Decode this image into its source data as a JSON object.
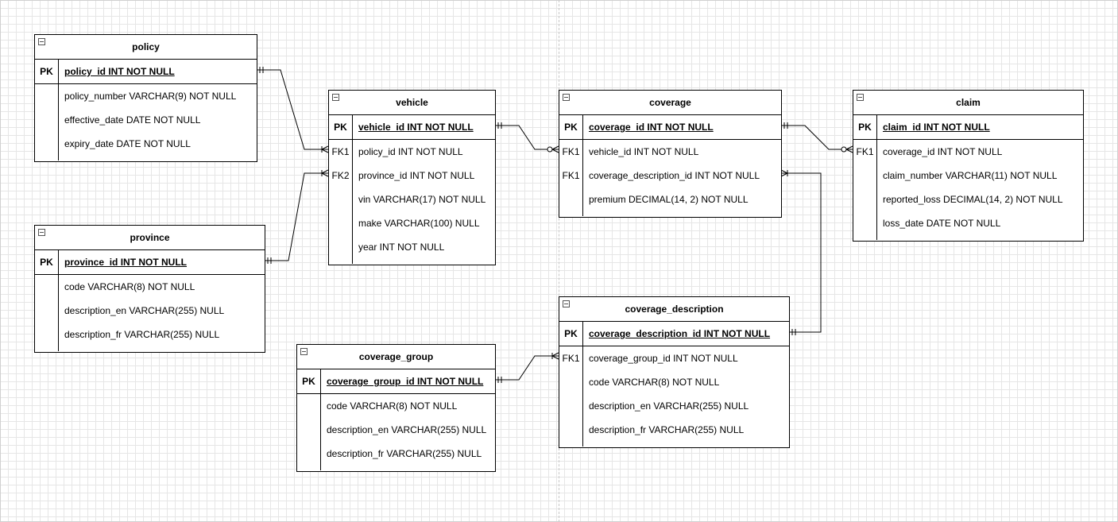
{
  "tables": [
    {
      "id": "policy",
      "name": "policy",
      "pk": {
        "key": "PK",
        "field": "policy_id INT NOT NULL"
      },
      "columns": [
        {
          "key": "",
          "field": "policy_number VARCHAR(9) NOT NULL"
        },
        {
          "key": "",
          "field": "effective_date DATE NOT NULL"
        },
        {
          "key": "",
          "field": "expiry_date DATE NOT NULL"
        }
      ]
    },
    {
      "id": "province",
      "name": "province",
      "pk": {
        "key": "PK",
        "field": "province_id INT NOT NULL"
      },
      "columns": [
        {
          "key": "",
          "field": "code VARCHAR(8) NOT NULL"
        },
        {
          "key": "",
          "field": "description_en VARCHAR(255) NULL"
        },
        {
          "key": "",
          "field": "description_fr VARCHAR(255) NULL"
        }
      ]
    },
    {
      "id": "vehicle",
      "name": "vehicle",
      "pk": {
        "key": "PK",
        "field": "vehicle_id INT NOT NULL"
      },
      "columns": [
        {
          "key": "FK1",
          "field": "policy_id INT NOT NULL"
        },
        {
          "key": "FK2",
          "field": "province_id INT NOT NULL"
        },
        {
          "key": "",
          "field": "vin VARCHAR(17) NOT NULL"
        },
        {
          "key": "",
          "field": "make VARCHAR(100) NULL"
        },
        {
          "key": "",
          "field": "year INT NOT NULL"
        }
      ]
    },
    {
      "id": "coverage",
      "name": "coverage",
      "pk": {
        "key": "PK",
        "field": "coverage_id INT NOT NULL"
      },
      "columns": [
        {
          "key": "FK1",
          "field": "vehicle_id INT NOT NULL"
        },
        {
          "key": "FK1",
          "field": "coverage_description_id INT NOT NULL"
        },
        {
          "key": "",
          "field": "premium DECIMAL(14, 2) NOT NULL"
        }
      ]
    },
    {
      "id": "claim",
      "name": "claim",
      "pk": {
        "key": "PK",
        "field": "claim_id INT NOT NULL"
      },
      "columns": [
        {
          "key": "FK1",
          "field": "coverage_id INT NOT NULL"
        },
        {
          "key": "",
          "field": "claim_number VARCHAR(11) NOT NULL"
        },
        {
          "key": "",
          "field": "reported_loss DECIMAL(14, 2) NOT NULL"
        },
        {
          "key": "",
          "field": "loss_date DATE NOT NULL"
        }
      ]
    },
    {
      "id": "coverage_group",
      "name": "coverage_group",
      "pk": {
        "key": "PK",
        "field": "coverage_group_id INT NOT NULL"
      },
      "columns": [
        {
          "key": "",
          "field": "code VARCHAR(8) NOT NULL"
        },
        {
          "key": "",
          "field": "description_en VARCHAR(255) NULL"
        },
        {
          "key": "",
          "field": "description_fr VARCHAR(255) NULL"
        }
      ]
    },
    {
      "id": "coverage_description",
      "name": "coverage_description",
      "pk": {
        "key": "PK",
        "field": "coverage_description_id INT NOT NULL"
      },
      "columns": [
        {
          "key": "FK1",
          "field": "coverage_group_id INT NOT NULL"
        },
        {
          "key": "",
          "field": "code VARCHAR(8) NOT NULL"
        },
        {
          "key": "",
          "field": "description_en VARCHAR(255) NULL"
        },
        {
          "key": "",
          "field": "description_fr VARCHAR(255) NULL"
        }
      ]
    }
  ],
  "relationships": [
    {
      "from": "policy",
      "to": "vehicle",
      "one_end": "one-and-only-one",
      "many_end": "one-or-many"
    },
    {
      "from": "province",
      "to": "vehicle",
      "one_end": "one-and-only-one",
      "many_end": "one-or-many"
    },
    {
      "from": "vehicle",
      "to": "coverage",
      "one_end": "one-and-only-one",
      "many_end": "zero-or-many"
    },
    {
      "from": "coverage",
      "to": "claim",
      "one_end": "one-and-only-one",
      "many_end": "zero-or-many"
    },
    {
      "from": "coverage_description",
      "to": "coverage",
      "one_end": "one-and-only-one",
      "many_end": "one-or-many"
    },
    {
      "from": "coverage_group",
      "to": "coverage_description",
      "one_end": "one-and-only-one",
      "many_end": "one-or-many"
    }
  ],
  "colors": {
    "line": "#000000",
    "grid": "#e6e6e6",
    "table_bg": "#ffffff"
  }
}
